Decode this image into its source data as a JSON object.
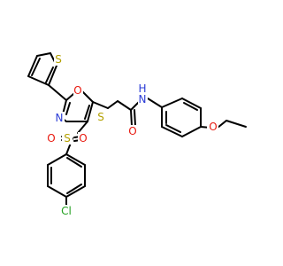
{
  "diagram": {
    "type": "chemical-structure",
    "atom_labels": {
      "thiophene_s": "S",
      "oxazole_o": "O",
      "oxazole_n": "N",
      "thioether_s": "S",
      "carbonyl_o": "O",
      "amide_n": "N",
      "amide_h": "H",
      "sulfonyl_s": "S",
      "sulfonyl_o1": "O",
      "sulfonyl_o2": "O",
      "ether_o": "O",
      "chlorine": "Cl"
    },
    "colors": {
      "bond": "#000000",
      "sulfur": "#b3a000",
      "oxygen": "#e8190f",
      "nitrogen": "#2a3bd6",
      "chlorine": "#22a020"
    }
  }
}
